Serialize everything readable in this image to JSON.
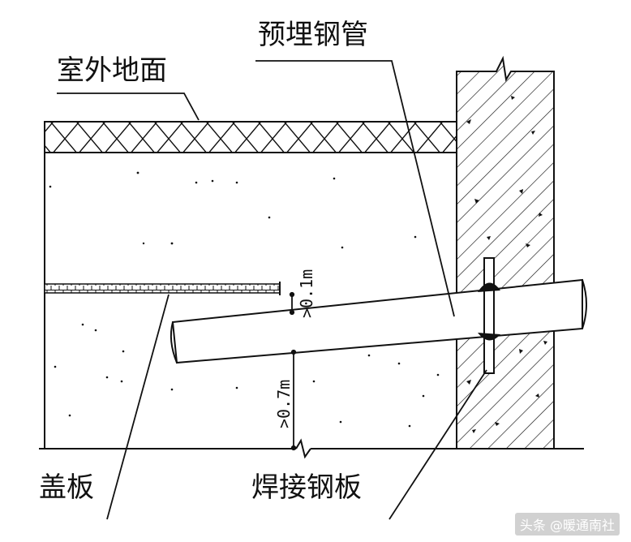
{
  "labels": {
    "ground": "室外地面",
    "pipe": "预埋钢管",
    "cover": "盖板",
    "plate": "焊接钢板"
  },
  "dimensions": {
    "top_gap": ">0.1m",
    "bottom_gap": ">0.7m"
  },
  "watermark": "头条 @暖通南社",
  "colors": {
    "line": "#111111",
    "background": "#ffffff",
    "weld": "#111111"
  }
}
